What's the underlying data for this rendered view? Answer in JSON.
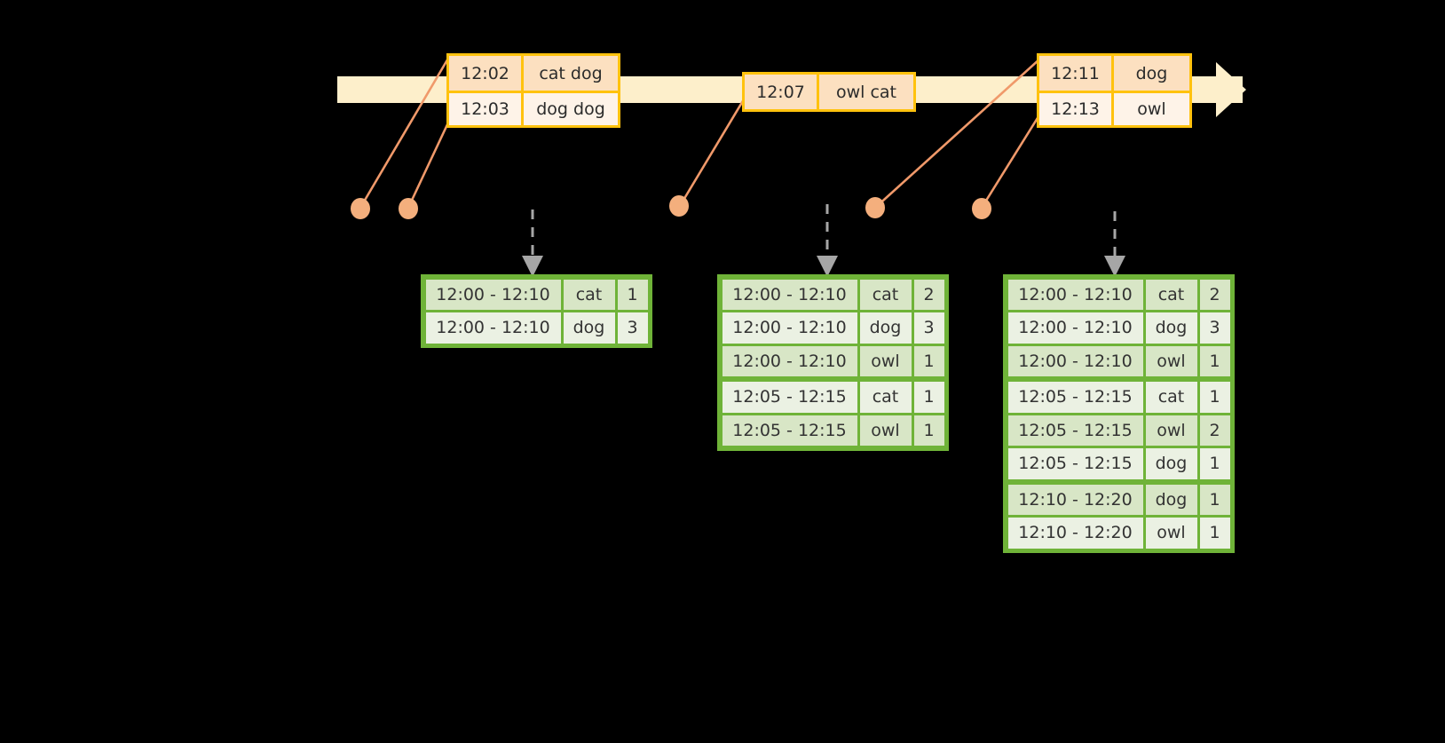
{
  "diagram": {
    "type": "streaming-sliding-window-aggregation",
    "colors": {
      "background": "#000000",
      "timeline_bar": "#FDEFCB",
      "event_border": "#FFC20E",
      "event_fill_a": "#FCE0C0",
      "event_fill_b": "#FEF3E8",
      "dot": "#F4AF7D",
      "connector": "#F0996A",
      "result_border": "#6FB338",
      "result_fill_a": "#D8E6C6",
      "result_fill_b": "#EBF1E3",
      "arrow": "#A6A6A6"
    }
  },
  "timeline": {
    "name": "event-stream-timeline",
    "event_boxes": [
      {
        "id": "event-box-1",
        "rows": [
          {
            "time": "12:02",
            "payload": "cat dog"
          },
          {
            "time": "12:03",
            "payload": "dog dog"
          }
        ]
      },
      {
        "id": "event-box-2",
        "rows": [
          {
            "time": "12:07",
            "payload": "owl cat"
          }
        ]
      },
      {
        "id": "event-box-3",
        "rows": [
          {
            "time": "12:11",
            "payload": "dog"
          },
          {
            "time": "12:13",
            "payload": "owl"
          }
        ]
      }
    ]
  },
  "markers": {
    "name": "event-dots",
    "count": 5,
    "labels": [
      "dot-1",
      "dot-2",
      "dot-3",
      "dot-4",
      "dot-5"
    ]
  },
  "results": {
    "columns": [
      "window",
      "key",
      "count"
    ],
    "tables": [
      {
        "id": "result-table-1",
        "rows": [
          {
            "window": "12:00 - 12:10",
            "key": "cat",
            "count": "1",
            "group": 0
          },
          {
            "window": "12:00 - 12:10",
            "key": "dog",
            "count": "3",
            "group": 0
          }
        ]
      },
      {
        "id": "result-table-2",
        "rows": [
          {
            "window": "12:00 - 12:10",
            "key": "cat",
            "count": "2",
            "group": 0
          },
          {
            "window": "12:00 - 12:10",
            "key": "dog",
            "count": "3",
            "group": 0
          },
          {
            "window": "12:00 - 12:10",
            "key": "owl",
            "count": "1",
            "group": 0
          },
          {
            "window": "12:05 - 12:15",
            "key": "cat",
            "count": "1",
            "group": 1
          },
          {
            "window": "12:05 - 12:15",
            "key": "owl",
            "count": "1",
            "group": 1
          }
        ]
      },
      {
        "id": "result-table-3",
        "rows": [
          {
            "window": "12:00 - 12:10",
            "key": "cat",
            "count": "2",
            "group": 0
          },
          {
            "window": "12:00 - 12:10",
            "key": "dog",
            "count": "3",
            "group": 0
          },
          {
            "window": "12:00 - 12:10",
            "key": "owl",
            "count": "1",
            "group": 0
          },
          {
            "window": "12:05 - 12:15",
            "key": "cat",
            "count": "1",
            "group": 1
          },
          {
            "window": "12:05 - 12:15",
            "key": "owl",
            "count": "2",
            "group": 1
          },
          {
            "window": "12:05 - 12:15",
            "key": "dog",
            "count": "1",
            "group": 1
          },
          {
            "window": "12:10 - 12:20",
            "key": "dog",
            "count": "1",
            "group": 2
          },
          {
            "window": "12:10 - 12:20",
            "key": "owl",
            "count": "1",
            "group": 2
          }
        ]
      }
    ]
  }
}
